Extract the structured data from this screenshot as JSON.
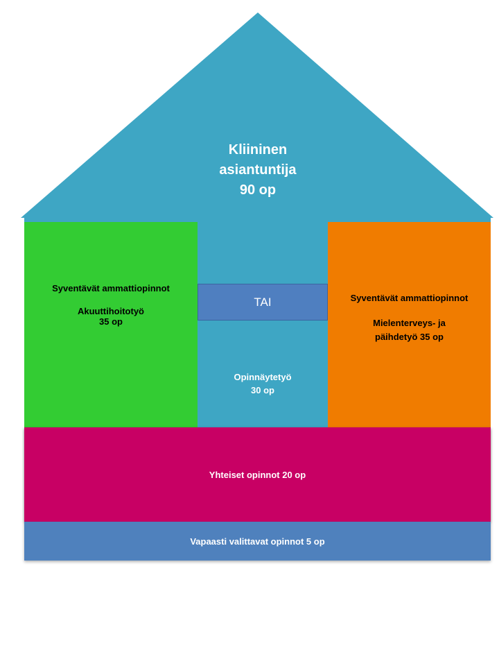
{
  "roof": {
    "line1": "Kliininen",
    "line2": "asiantuntija",
    "line3": "90 op",
    "color": "#3ea6c4"
  },
  "left": {
    "title": "Syventävät ammattiopinnot",
    "sub1": "Akuuttihoitotyö",
    "sub2": "35 op",
    "color": "#33cc33"
  },
  "right": {
    "title": "Syventävät ammattiopinnot",
    "sub1": "Mielenterveys- ja",
    "sub2": "päihdetyö 35 op",
    "color": "#f07c00"
  },
  "or": {
    "label": "TAI",
    "color": "#4f7fc0"
  },
  "thesis": {
    "line1": "Opinnäytetyö",
    "line2": "30 op"
  },
  "common": {
    "label": "Yhteiset opinnot 20 op",
    "color": "#c80064"
  },
  "elective": {
    "label": "Vapaasti valittavat opinnot 5 op",
    "color": "#4f81bd"
  }
}
